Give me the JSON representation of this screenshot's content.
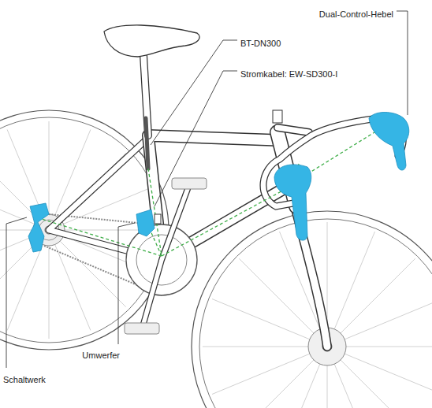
{
  "diagram": {
    "labels": [
      "Dual-Control-Hebel",
      "BT-DN300",
      "Stromkabel: EW-SD300-I",
      "Umwerfer",
      "Schaltwerk"
    ]
  }
}
